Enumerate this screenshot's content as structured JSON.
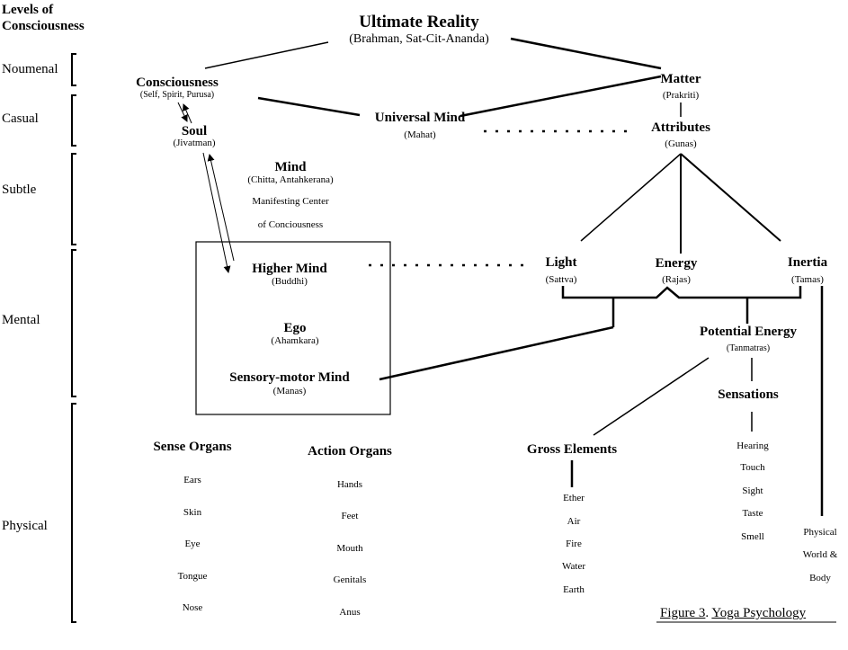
{
  "levels": {
    "header": [
      "Levels of",
      "Consciousness"
    ],
    "noumenal": "Noumenal",
    "casual": "Casual",
    "subtle": "Subtle",
    "mental": "Mental",
    "physical": "Physical"
  },
  "nodes": {
    "ultimate": {
      "title": "Ultimate Reality",
      "sub": "(Brahman, Sat-Cit-Ananda)"
    },
    "consciousness": {
      "title": "Consciousness",
      "sub": "(Self, Spirit, Purusa)"
    },
    "matter": {
      "title": "Matter",
      "sub": "(Prakriti)"
    },
    "soul": {
      "title": "Soul",
      "sub": "(Jivatman)"
    },
    "universal_mind": {
      "title": "Universal Mind",
      "sub": "(Mahat)"
    },
    "attributes": {
      "title": "Attributes",
      "sub": "(Gunas)"
    },
    "mind": {
      "title": "Mind",
      "sub": "(Chitta, Antahkerana)",
      "line1": "Manifesting Center",
      "line2": "of Conciousness"
    },
    "higher_mind": {
      "title": "Higher Mind",
      "sub": "(Buddhi)"
    },
    "ego": {
      "title": "Ego",
      "sub": "(Ahamkara)"
    },
    "sensory_mind": {
      "title": "Sensory-motor Mind",
      "sub": "(Manas)"
    },
    "light": {
      "title": "Light",
      "sub": "(Sattva)"
    },
    "energy": {
      "title": "Energy",
      "sub": "(Rajas)"
    },
    "inertia": {
      "title": "Inertia",
      "sub": "(Tamas)"
    },
    "potential_energy": {
      "title": "Potential Energy",
      "sub": "(Tanmatras)"
    },
    "sensations": {
      "title": "Sensations"
    }
  },
  "sense_organs": {
    "title": "Sense Organs",
    "items": [
      "Ears",
      "Skin",
      "Eye",
      "Tongue",
      "Nose"
    ]
  },
  "action_organs": {
    "title": "Action Organs",
    "items": [
      "Hands",
      "Feet",
      "Mouth",
      "Genitals",
      "Anus"
    ]
  },
  "gross_elements": {
    "title": "Gross Elements",
    "items": [
      "Ether",
      "Air",
      "Fire",
      "Water",
      "Earth"
    ]
  },
  "sensation_items": [
    "Hearing",
    "Touch",
    "Sight",
    "Taste",
    "Smell"
  ],
  "physical_world": [
    "Physical",
    "World &",
    "Body"
  ],
  "caption": {
    "prefix": "Figure 3",
    "sep": ". ",
    "title": "Yoga Psychology"
  }
}
